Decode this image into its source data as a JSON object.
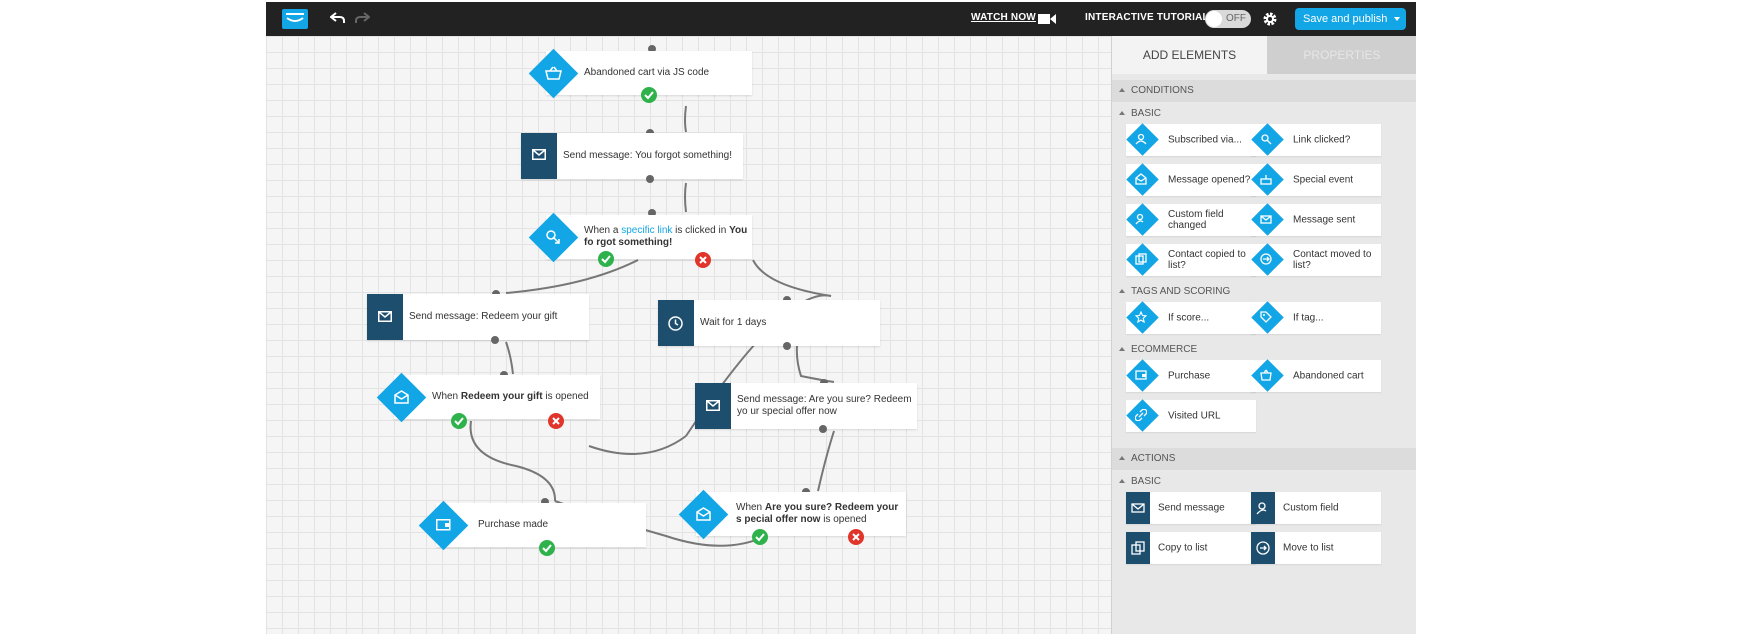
{
  "topbar": {
    "watch_now": "WATCH NOW",
    "interactive_tutorial": "INTERACTIVE TUTORIAL",
    "toggle_state": "OFF",
    "publish_label": "Save and publish",
    "accent_color": "#13a6e6"
  },
  "canvas": {
    "nodes": {
      "abandoned_cart": "Abandoned cart via JS code",
      "send_forgot": "Send message: You forgot something!",
      "when_link": {
        "pre": "When a ",
        "link": "specific link",
        "mid": " is clicked in ",
        "bold": "You fo rgot something!"
      },
      "send_redeem": "Send message: Redeem your gift",
      "wait": "Wait for 1 days",
      "when_redeem": {
        "pre": "When ",
        "bold": "Redeem your gift",
        "post": " is opened"
      },
      "send_sure": "Send message: Are you sure? Redeem yo ur special offer now",
      "purchase_made": "Purchase made",
      "when_sure": {
        "pre": "When ",
        "bold": "Are you sure? Redeem your s pecial offer now",
        "post": " is opened"
      }
    }
  },
  "sidebar": {
    "tab_add": "ADD ELEMENTS",
    "tab_properties": "PROPERTIES",
    "conditions": "CONDITIONS",
    "basic": "BASIC",
    "tags_scoring": "TAGS AND SCORING",
    "ecommerce": "ECOMMERCE",
    "actions": "ACTIONS",
    "actions_basic": "BASIC",
    "items": {
      "subscribed": "Subscribed via...",
      "link_clicked": "Link clicked?",
      "message_opened": "Message opened?",
      "special_event": "Special event",
      "custom_field_changed": "Custom field changed",
      "message_sent": "Message sent",
      "contact_copied": "Contact copied to list?",
      "contact_moved": "Contact moved to list?",
      "if_score": "If score...",
      "if_tag": "If tag...",
      "purchase": "Purchase",
      "abandoned_cart": "Abandoned cart",
      "visited_url": "Visited URL",
      "send_message": "Send message",
      "custom_field": "Custom field",
      "copy_to_list": "Copy to list",
      "move_to_list": "Move to list"
    }
  }
}
